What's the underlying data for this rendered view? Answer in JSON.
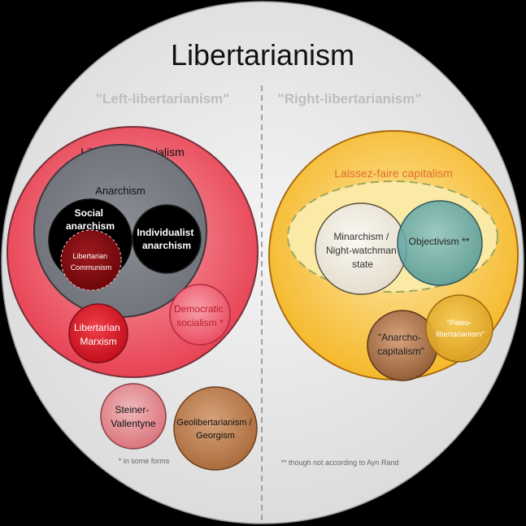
{
  "title": "Libertarianism",
  "left_header": "\"Left-libertarianism\"",
  "right_header": "\"Right-libertarianism\"",
  "left": {
    "libertarian_socialism": "Libertarian socialism",
    "anarchism": "Anarchism",
    "social_anarchism": [
      "Social",
      "anarchism"
    ],
    "libertarian_communism": [
      "Libertarian",
      "Communism"
    ],
    "individualist_anarchism": [
      "Individualist",
      "anarchism"
    ],
    "libertarian_marxism": [
      "Libertarian",
      "Marxism"
    ],
    "democratic_socialism": [
      "Democratic",
      "socialism *"
    ],
    "steiner_vallentyne": [
      "Steiner-",
      "Vallentyne"
    ],
    "geolibertarianism": [
      "Geolibertarianism /",
      "Georgism"
    ],
    "footnote": "* in some forms"
  },
  "right": {
    "laissez_faire": "Laissez-faire capitalism",
    "minarchism": [
      "Minarchism /",
      "Night-watchman",
      "state"
    ],
    "objectivism": "Objectivism **",
    "anarcho_capitalism": [
      "\"Anarcho-",
      "capitalism\""
    ],
    "paleo_libertarianism": [
      "\"Paleo-",
      "libertarianism\""
    ],
    "footnote": "** though not according to Ayn Rand"
  },
  "colors": {
    "background": "#000000",
    "outer_circle": "#e4e4e4",
    "header_gray": "#bdbdbd",
    "socialism_red": "#f0505e",
    "anarchism_gray": "#7d7f86",
    "communism_maroon": "#8b0a10",
    "marxism_red": "#e0202a",
    "democratic_pink": "#f06a7a",
    "steiner_pink": "#e0888c",
    "geo_brown": "#b87a50",
    "laissez_orange": "#f7bf30",
    "laissez_inner": "#fbe9a6",
    "minarchism_cream": "#f0ece0",
    "objectivism_teal": "#6aabaa",
    "anarcho_brown": "#a06a44",
    "paleo_gold": "#e2ab30",
    "laissez_text": "#e0702a"
  }
}
